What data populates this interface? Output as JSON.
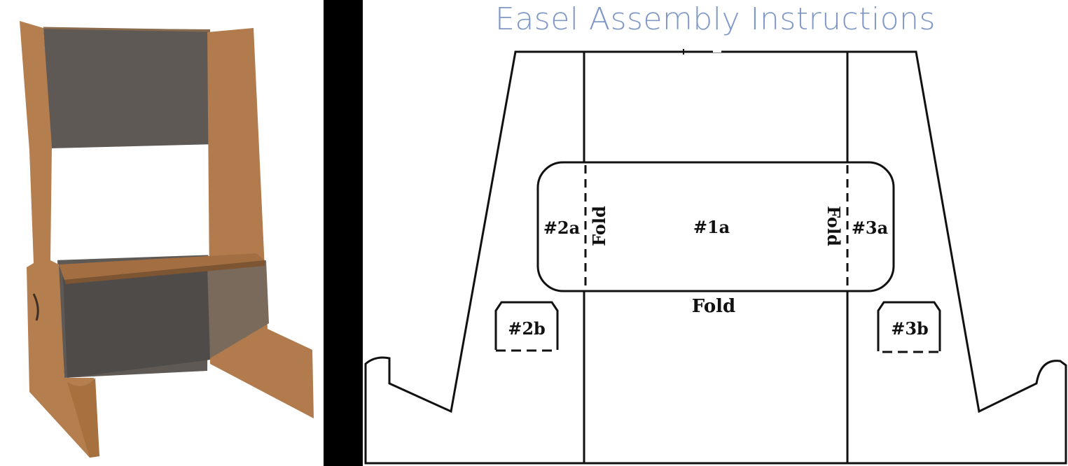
{
  "title": "Easel Assembly Instructions",
  "labels": {
    "panel_1a": "#1a",
    "panel_2a": "#2a",
    "panel_3a": "#3a",
    "tab_2b": "#2b",
    "tab_3b": "#3b",
    "fold_left": "Fold",
    "fold_right": "Fold",
    "fold_bottom": "Fold"
  },
  "colors": {
    "title": "#7f98c6",
    "cardboard": "#b07a4c",
    "cardboard_shadow": "#5b5656",
    "line": "#111111",
    "divider": "#000000"
  }
}
